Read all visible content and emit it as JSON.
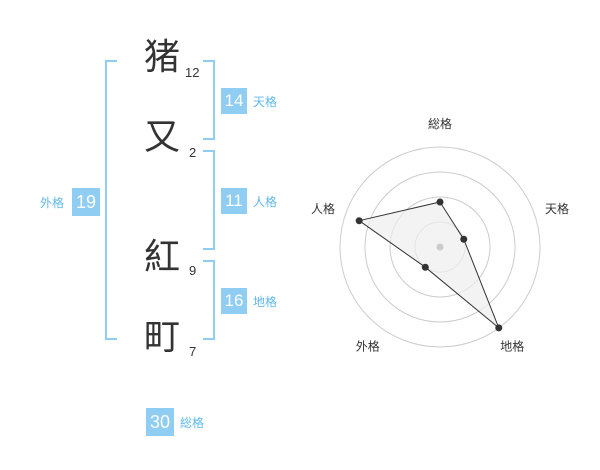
{
  "characters": [
    {
      "char": "猪",
      "strokes": "12"
    },
    {
      "char": "又",
      "strokes": "2"
    },
    {
      "char": "紅",
      "strokes": "9"
    },
    {
      "char": "町",
      "strokes": "7"
    }
  ],
  "kakusu": {
    "tenkaku": {
      "label": "天格",
      "value": "14"
    },
    "jinkaku": {
      "label": "人格",
      "value": "11"
    },
    "chikaku": {
      "label": "地格",
      "value": "16"
    },
    "gaikaku": {
      "label": "外格",
      "value": "19"
    },
    "soukaku": {
      "label": "総格",
      "value": "30"
    }
  },
  "chart_data": {
    "type": "radar",
    "axes": [
      "総格",
      "天格",
      "地格",
      "外格",
      "人格"
    ],
    "values": [
      0.45,
      0.25,
      1.0,
      0.25,
      0.85
    ],
    "range": [
      0,
      1
    ],
    "rings": 4,
    "colors": {
      "ring": "#cccccc",
      "line": "#333333",
      "fill": "#eeeeee",
      "center": "#cccccc"
    }
  }
}
